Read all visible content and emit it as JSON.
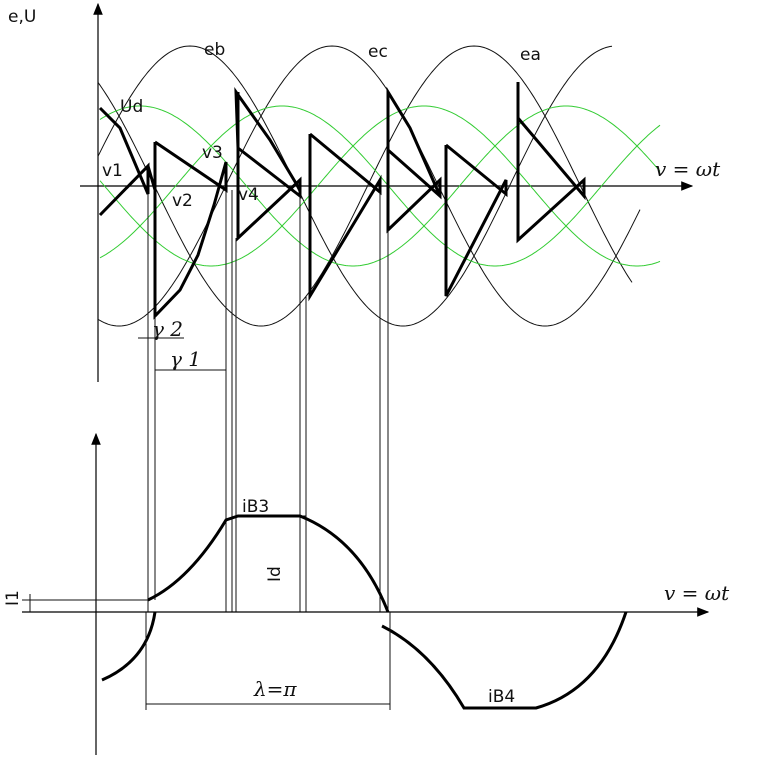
{
  "labels": {
    "y_axis_top": "e,U",
    "eb": "eb",
    "ec": "ec",
    "ea": "ea",
    "ud": "Ud",
    "v1": "v1",
    "v2": "v2",
    "v3": "v3",
    "v4": "v4",
    "x_axis_top": "v = ωt",
    "gamma2": "γ 2",
    "gamma1": "γ 1",
    "ib3": "iB3",
    "id": "Id",
    "i1": "I1",
    "x_axis_bottom": "v = ωt",
    "lambda": "λ=π",
    "ib4": "iB4"
  },
  "colors": {
    "green_curves": "#33cc33",
    "line": "#000000"
  }
}
